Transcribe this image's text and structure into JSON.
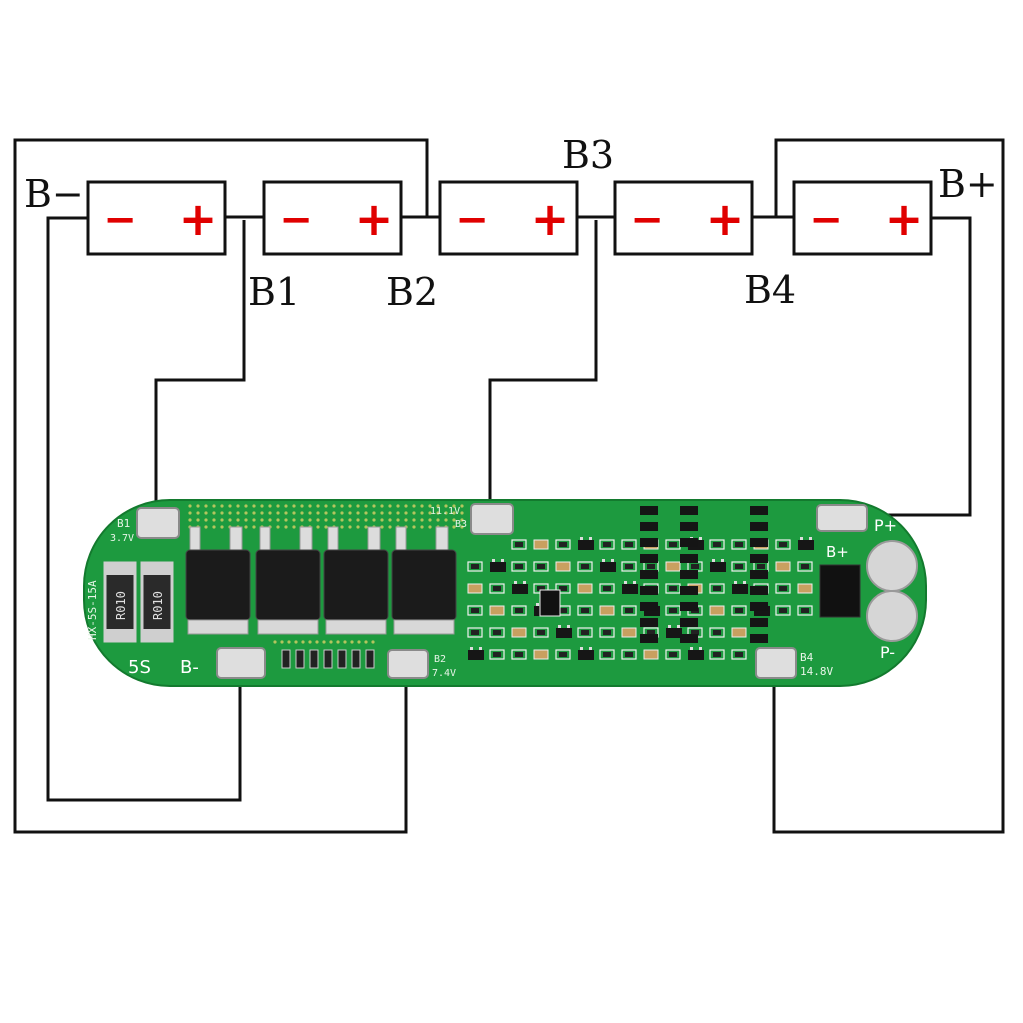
{
  "diagram": {
    "terminal_labels": {
      "b_minus": "B−",
      "b1": "B1",
      "b2": "B2",
      "b3": "B3",
      "b4": "B4",
      "b_plus": "B+"
    },
    "cell_signs": {
      "negative": "−",
      "positive": "+"
    },
    "cells": [
      {
        "id": "cell-1"
      },
      {
        "id": "cell-2"
      },
      {
        "id": "cell-3"
      },
      {
        "id": "cell-4"
      },
      {
        "id": "cell-5"
      }
    ],
    "wire_color": "#111111",
    "sign_color": "#e00000"
  },
  "pcb": {
    "board_color": "#1d9a3f",
    "pad_color": "#d9d9d9",
    "silkscreen": {
      "b1": "B1",
      "b1_voltage": "3.7V",
      "b3_voltage": "11.1V",
      "b3": "B3",
      "model": "HX-5S-15A",
      "series": "5S",
      "b_minus": "B-",
      "b2": "B2",
      "b2_voltage": "7.4V",
      "b4": "B4",
      "b4_voltage": "14.8V",
      "b_plus": "B+",
      "p_plus": "P+",
      "p_minus": "P-"
    },
    "resistor_code": "R010"
  }
}
